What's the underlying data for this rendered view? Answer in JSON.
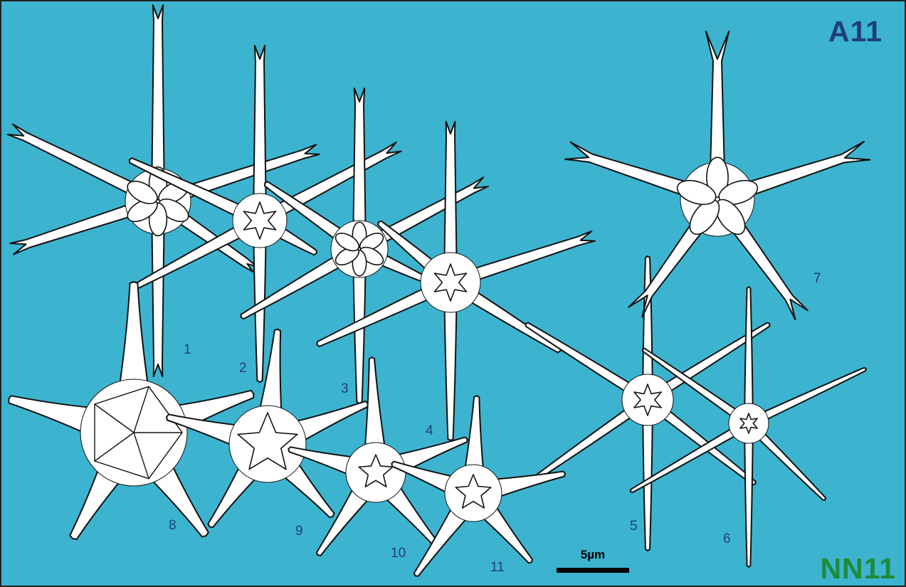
{
  "plate": {
    "zone_top_right": "A11",
    "zone_bottom_right": "NN11",
    "scale_bar_label": "5µm",
    "specimen_numbers": [
      "1",
      "2",
      "3",
      "4",
      "5",
      "6",
      "7",
      "8",
      "9",
      "10",
      "11"
    ]
  },
  "colors": {
    "background": "#3cb4cf",
    "border": "#222222",
    "specimen_fill": "#ffffff",
    "outline": "#111111",
    "number_text": "#1f3f78",
    "zone_a": "#1f3f78",
    "zone_nn": "#1f8a3a",
    "scale_bar": "#000000"
  }
}
